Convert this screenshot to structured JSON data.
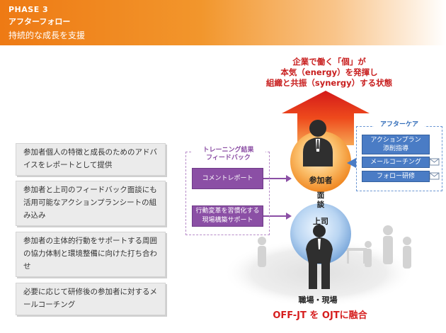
{
  "header": {
    "phase": "PHASE 3",
    "subtitle": "アフターフォロー",
    "description": "持続的な成長を支援"
  },
  "left_items": [
    "参加者個人の特徴と成長のためのアドバイスをレポートとして提供",
    "参加者と上司のフィードバック面談にも活用可能なアクションプランシートの組み込み",
    "参加者の主体的行動をサポートする周囲の協力体制と環境整備に向けた打ち合わせ",
    "必要に応じて研修後の参加者に対するメールコーチング"
  ],
  "headline": {
    "line1": "企業で働く「個」が",
    "line2": "本気（energy）を発揮し",
    "line3": "組織と共振（synergy）する状態"
  },
  "feedback": {
    "title_line1": "トレーニング結果",
    "title_line2": "フィードバック",
    "item1": "コメントレポート",
    "item2_line1": "行動変革を習慣化する",
    "item2_line2": "現場構築サポート"
  },
  "aftercare": {
    "title": "アフターケア",
    "item1_line1": "アクションプラン",
    "item1_line2": "添削指導",
    "item2": "メールコーチング",
    "item3": "フォロー研修"
  },
  "circles": {
    "participant": "参加者",
    "interview_line1": "面",
    "interview_line2": "談",
    "boss": "上司"
  },
  "bottom": {
    "workplace": "職場・現場",
    "fusion": "OFF-JT を OJTに融合"
  },
  "colors": {
    "orange": "#ee7a14",
    "red": "#d61e1e",
    "purple": "#8b4fa5",
    "blue": "#4a7cc5"
  }
}
